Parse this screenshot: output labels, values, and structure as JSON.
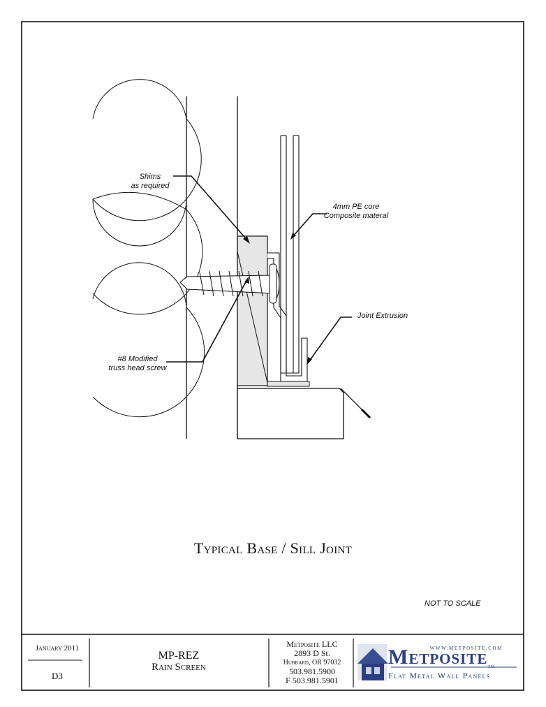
{
  "drawing": {
    "title": "Typical Base / Sill Joint",
    "scale_note": "NOT TO SCALE",
    "callouts": {
      "shims": [
        "Shims",
        "as required"
      ],
      "core": [
        "4mm PE core",
        "Composite materal"
      ],
      "extrusion": [
        "Joint Extrusion"
      ],
      "screw": [
        "#8 Modified",
        "truss head screw"
      ]
    }
  },
  "title_block": {
    "date": "January 2011",
    "sheet": "D3",
    "product": "MP-REZ",
    "product_sub": "Rain Screen",
    "company": {
      "name": "Metposite LLC",
      "street": "2893 D St.",
      "city": "Hubbard, OR 97032",
      "phone": "503.981.5900",
      "fax": "F 503.981.5901"
    },
    "logo": {
      "url": "WWW.METPOSITE.COM",
      "name": "Metposite",
      "tm": "TM",
      "tagline": "Flat Metal Wall Panels",
      "brand_color": "#2b3e82"
    }
  }
}
